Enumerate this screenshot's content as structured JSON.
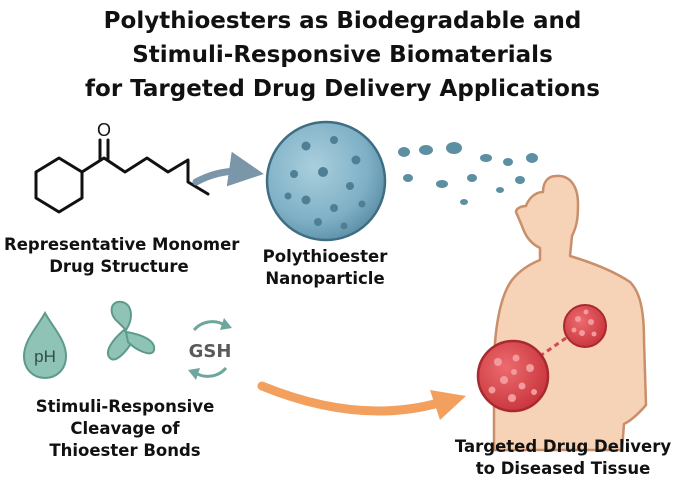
{
  "title": {
    "line1": "Polythioesters as Biodegradable and",
    "line2": "Stimuli-Responsive Biomaterials",
    "line3": "for Targeted Drug Delivery Applications"
  },
  "monomer": {
    "line1": "Representative Monomer",
    "line2": "Drug Structure",
    "atom_label": "O"
  },
  "nanoparticle": {
    "line1": "Polythioester",
    "line2": "Nanoparticle"
  },
  "stimuli": {
    "line1": "Stimuli-Responsive",
    "line2": "Cleavage of",
    "line3": "Thioester Bonds",
    "ph_label": "pH",
    "gsh_label": "GSH"
  },
  "delivery": {
    "line1": "Targeted Drug Delivery",
    "line2": "to Diseased Tissue"
  },
  "colors": {
    "nanoparticle": "#7fb0c6",
    "dots": "#4e7f95",
    "arrow_top": "#7b96a8",
    "arrow_bottom": "#f3a05e",
    "body_fill": "#f6d3b6",
    "body_stroke": "#c98e6a",
    "tumor": "#d9474d",
    "icon_teal": "#6fa79e"
  }
}
